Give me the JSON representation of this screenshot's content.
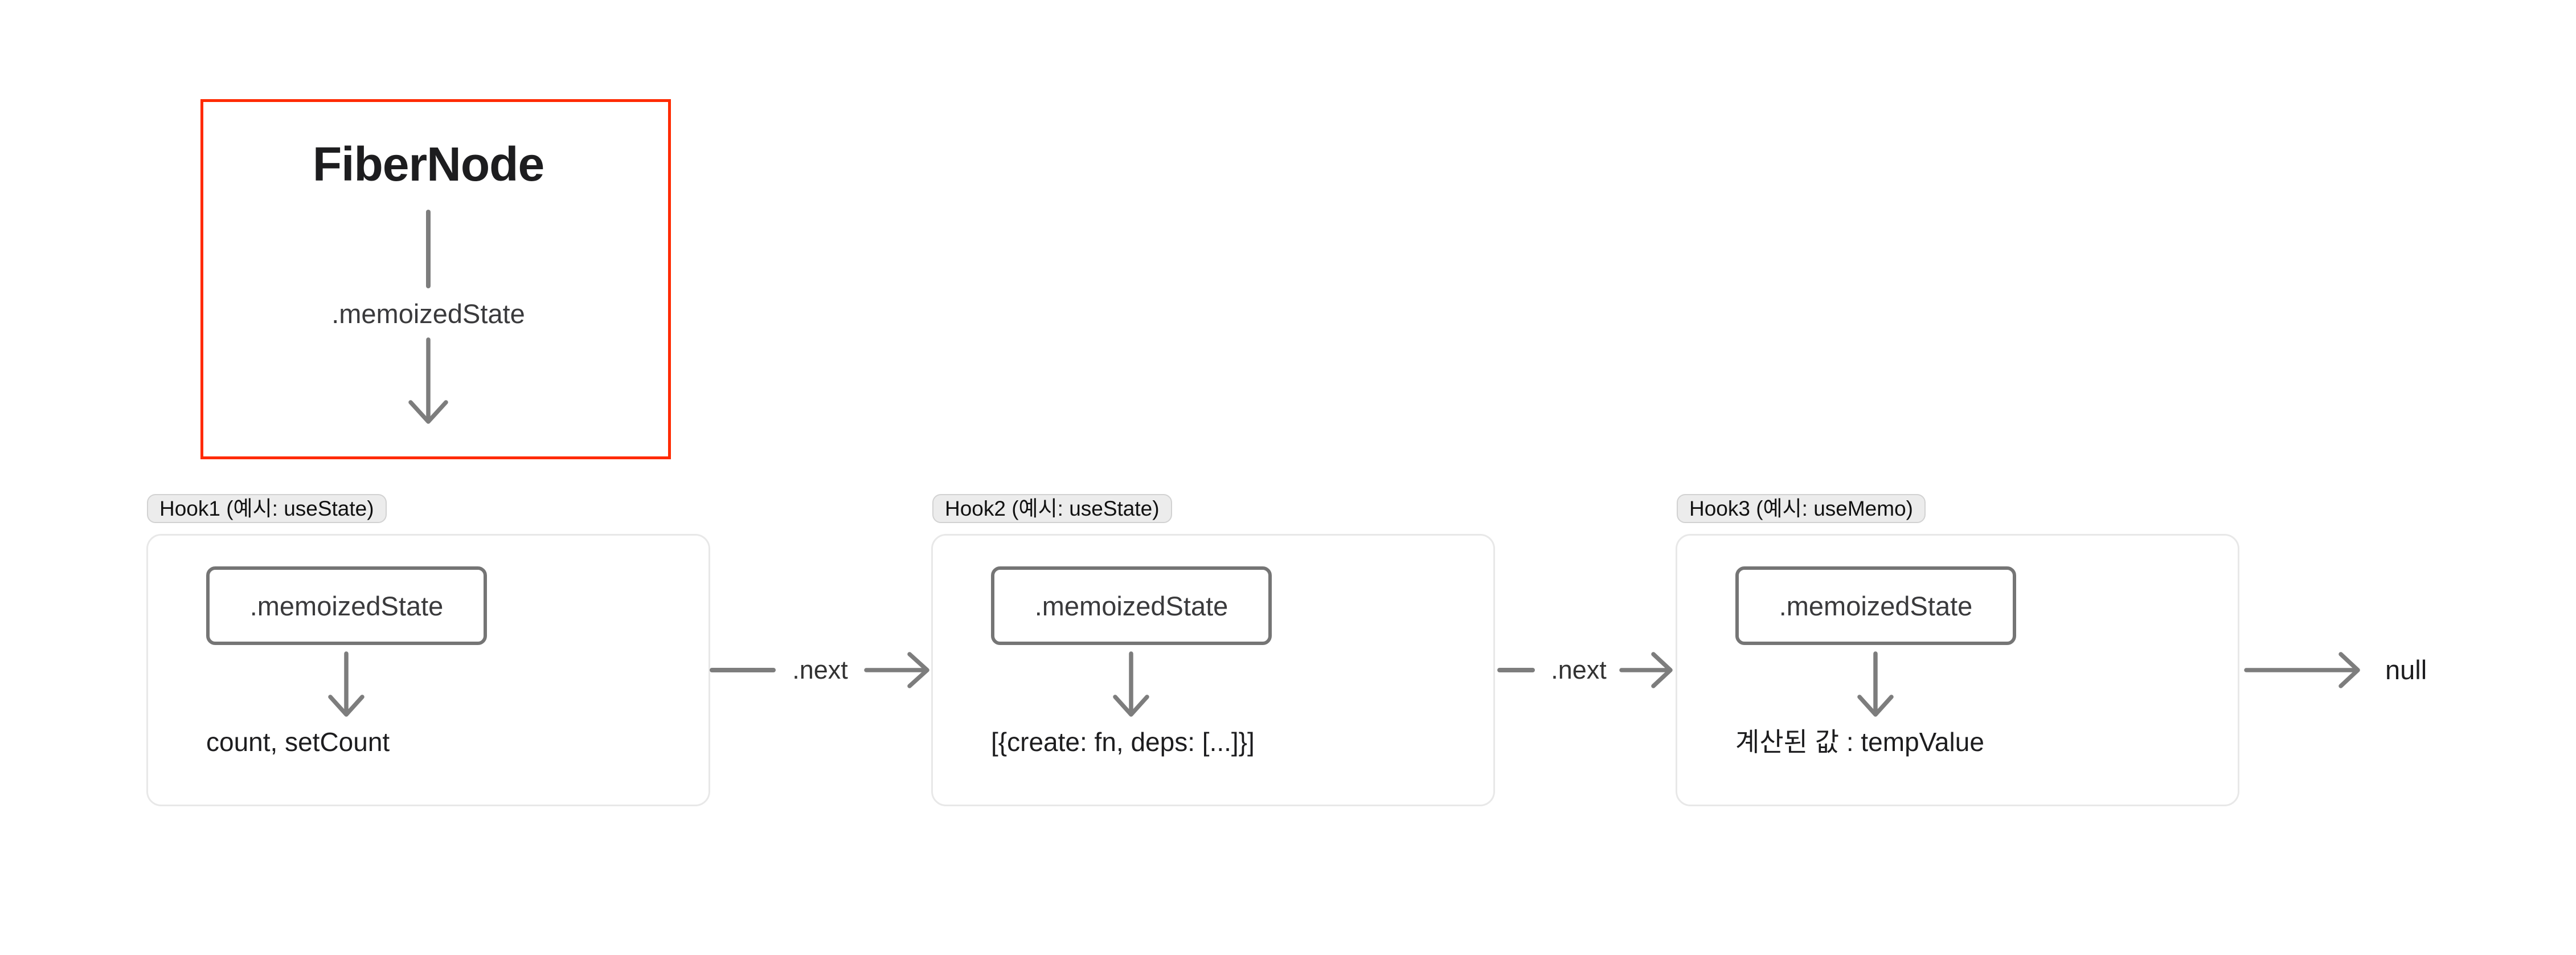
{
  "diagram": {
    "fiber_node": {
      "title": "FiberNode",
      "pointer_label": ".memoizedState"
    },
    "hooks": [
      {
        "tag": "Hook1 (예시: useState)",
        "field": ".memoizedState",
        "value": "count, setCount"
      },
      {
        "tag": "Hook2 (예시: useState)",
        "field": ".memoizedState",
        "value": "[{create: fn, deps: [...]}]"
      },
      {
        "tag": "Hook3 (예시: useMemo)",
        "field": ".memoizedState",
        "value": "계산된 값 : tempValue"
      }
    ],
    "connectors": [
      {
        "label": ".next"
      },
      {
        "label": ".next"
      }
    ],
    "terminal": {
      "label": "null"
    }
  },
  "colors": {
    "highlight": "#ff2a00",
    "arrow": "#7d7d7d",
    "field_border": "#757575",
    "card_border": "#e8e8e8",
    "tag_bg": "#ececec",
    "tag_border": "#d2d2d2",
    "text_primary": "#1d1d1f",
    "text_secondary": "#3a3a3c",
    "canvas_bg": "#ffffff"
  }
}
